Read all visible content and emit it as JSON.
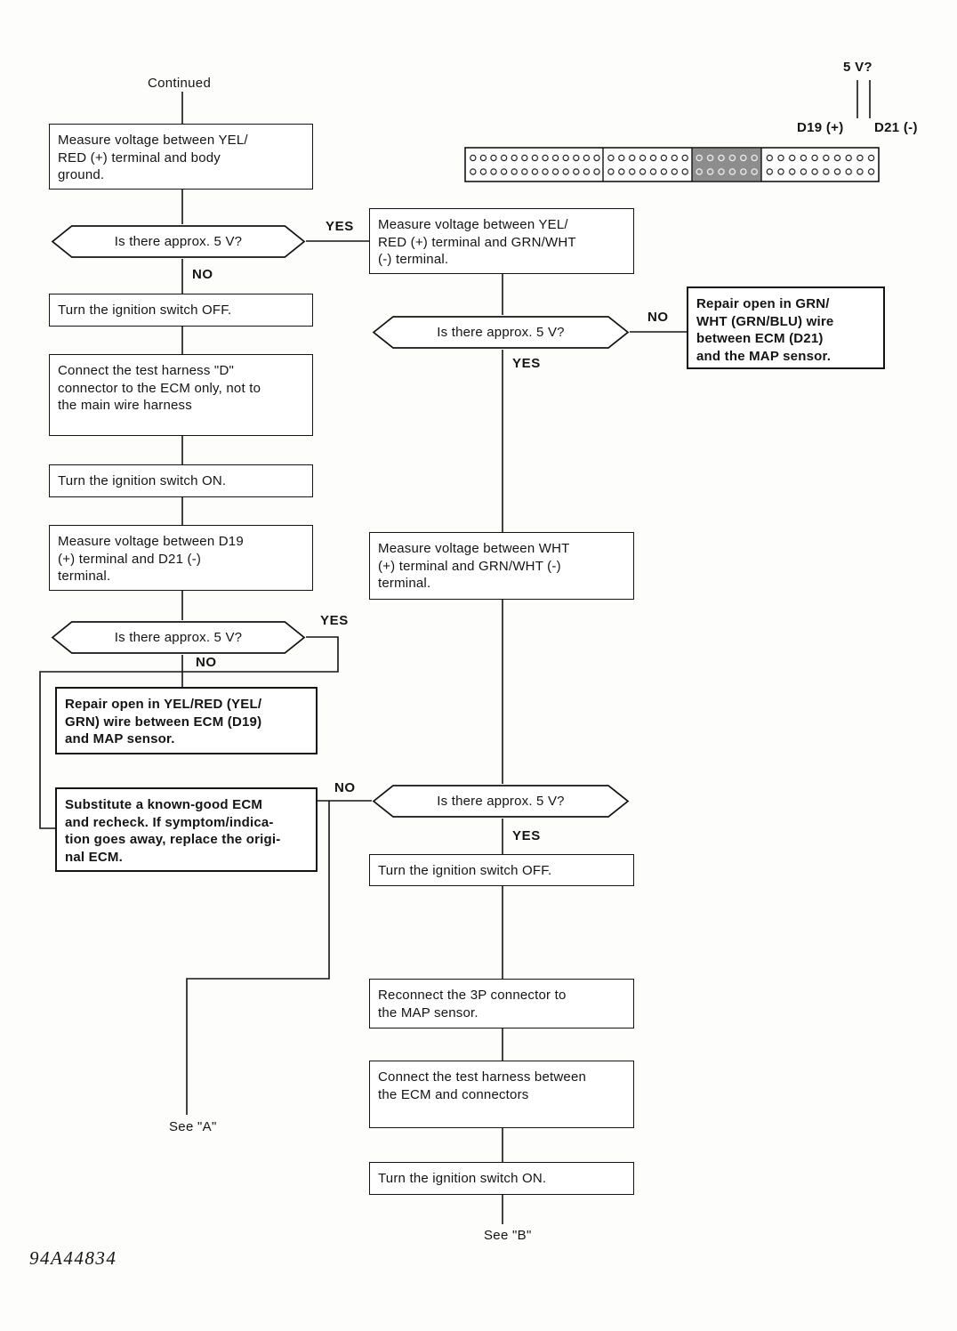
{
  "page": {
    "continued": "Continued",
    "figure_code": "94A44834",
    "see_a": "See \"A\"",
    "see_b": "See \"B\""
  },
  "labels": {
    "yes": "YES",
    "no": "NO"
  },
  "connector": {
    "voltage": "5 V?",
    "terminal_d19": "D19 (+)",
    "terminal_d21": "D21 (-)"
  },
  "nodes": {
    "measure_body_ground": "Measure voltage between YEL/\nRED (+) terminal and body\nground.",
    "q1": "Is there approx. 5 V?",
    "ignition_off_1": "Turn the ignition switch OFF.",
    "connect_harness_d": "Connect the test harness \"D\"\nconnector to the ECM only, not to\nthe main wire harness",
    "ignition_on_1": "Turn the ignition switch ON.",
    "measure_d19_d21": "Measure voltage between D19\n(+) terminal and D21 (-)\nterminal.",
    "q2": "Is there approx. 5 V?",
    "repair_yel_red": "Repair open in YEL/RED (YEL/\nGRN) wire between ECM (D19)\nand MAP sensor.",
    "substitute_ecm": "Substitute a known-good ECM\nand recheck. If symptom/indica-\ntion goes away, replace the origi-\nnal ECM.",
    "measure_yelred_grnwht": "Measure voltage between YEL/\nRED (+) terminal and GRN/WHT\n(-) terminal.",
    "q3": "Is there approx. 5 V?",
    "repair_grn_wht": "Repair open in GRN/\nWHT (GRN/BLU) wire\nbetween ECM (D21)\nand the MAP sensor.",
    "measure_wht_grnwht": "Measure voltage between WHT\n(+) terminal and GRN/WHT (-)\nterminal.",
    "q4": "Is there approx. 5 V?",
    "ignition_off_2": "Turn the ignition switch OFF.",
    "reconnect_3p": "Reconnect the 3P connector to\nthe MAP sensor.",
    "connect_harness_ecm": "Connect the test harness between\nthe ECM and connectors",
    "ignition_on_2": "Turn the ignition switch ON."
  }
}
